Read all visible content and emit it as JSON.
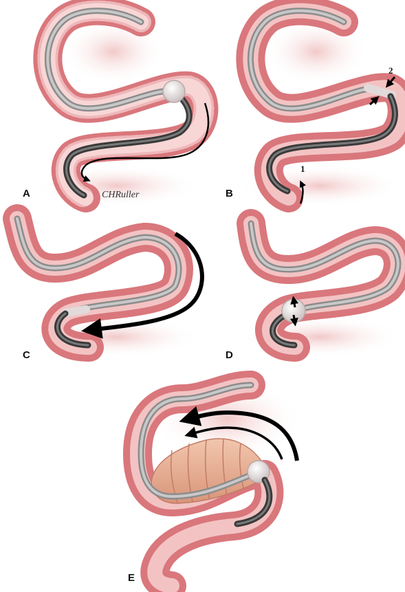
{
  "panels": {
    "a": {
      "label": "A"
    },
    "b": {
      "label": "B",
      "step_1": "1",
      "step_2": "2"
    },
    "c": {
      "label": "C"
    },
    "d": {
      "label": "D"
    },
    "e": {
      "label": "E"
    }
  },
  "signature": "CHRuller",
  "colors": {
    "bowel_wall": "#d9777c",
    "bowel_wall_dark": "#b44e57",
    "bowel_lumen": "#f3c3c3",
    "tissue_background": "#f4d3d3",
    "scope": "#a9a9a9",
    "scope_dark_segment": "#555555",
    "balloon": "#e6e0e0",
    "arrow": "#000000"
  }
}
